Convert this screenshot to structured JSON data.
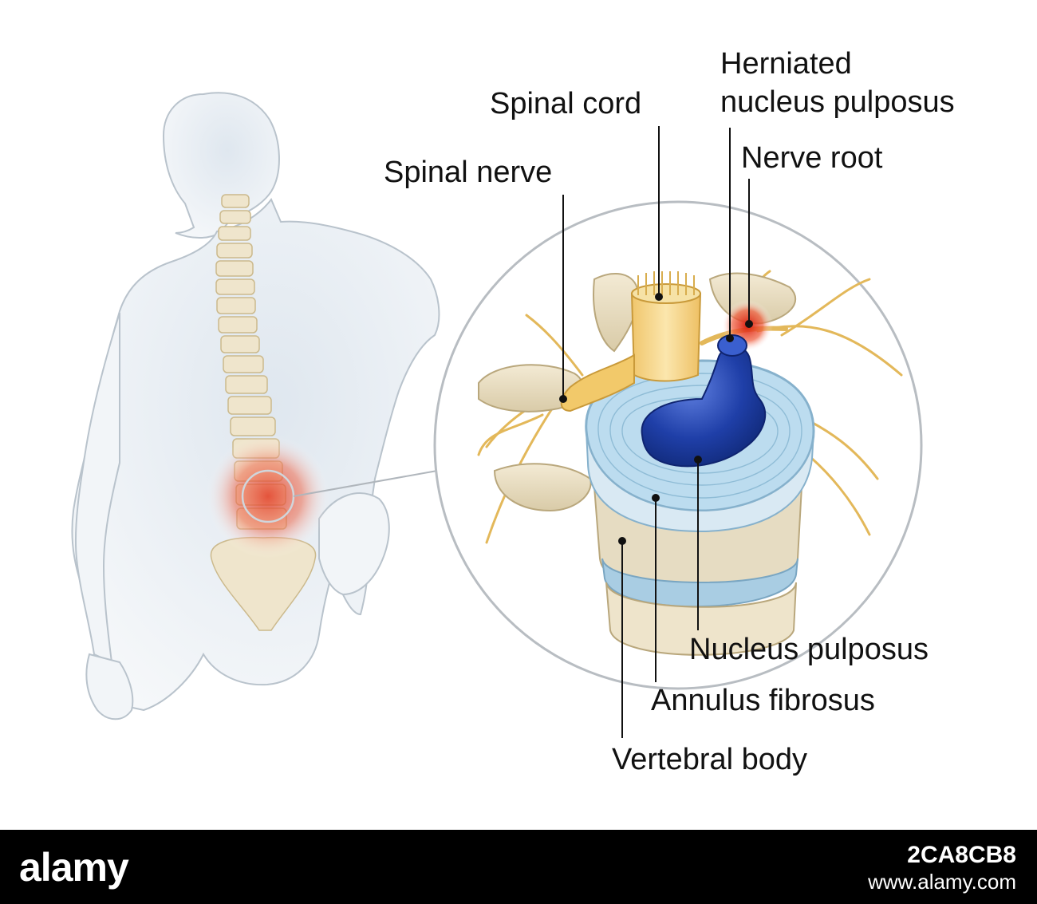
{
  "labels": {
    "spinal_cord": "Spinal cord",
    "herniated_line1": "Herniated",
    "herniated_line2": "nucleus pulposus",
    "nerve_root": "Nerve root",
    "spinal_nerve": "Spinal nerve",
    "nucleus_pulposus": "Nucleus pulposus",
    "annulus_fibrosus": "Annulus fibrosus",
    "vertebral_body": "Vertebral body"
  },
  "footer": {
    "logo": "alamy",
    "image_code": "2CA8CB8",
    "site": "www.alamy.com"
  },
  "colors": {
    "background": "#ffffff",
    "label_text": "#111111",
    "leader_line": "#111111",
    "body_outline": "#b9c3cc",
    "body_fill": "#e9eef3",
    "bone": "#efe5cc",
    "pain": "#e23a22",
    "nucleus_blue": "#1f3fa8",
    "annulus": "#a9cde3",
    "spinal_cord": "#f6d68a",
    "nerve": "#ecc25f",
    "footer_bg": "#000000",
    "footer_text": "#ffffff"
  }
}
